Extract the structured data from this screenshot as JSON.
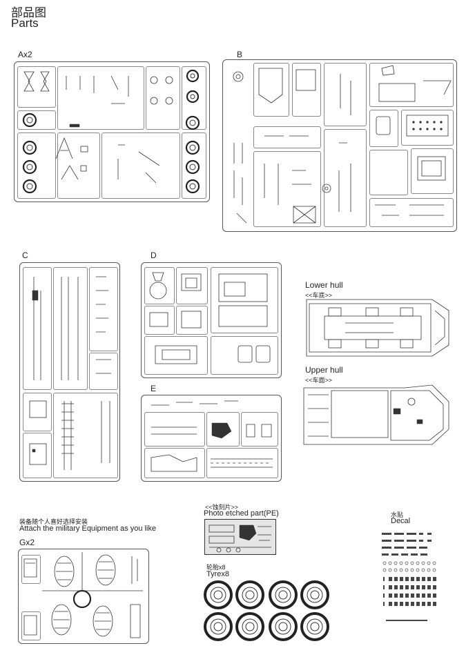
{
  "header": {
    "title_cn": "部品图",
    "title_en": "Parts"
  },
  "sprues": {
    "a": {
      "label": "Ax2"
    },
    "b": {
      "label": "B"
    },
    "c": {
      "label": "C"
    },
    "d": {
      "label": "D"
    },
    "e": {
      "label": "E"
    },
    "g": {
      "label": "Gx2"
    }
  },
  "lower_hull": {
    "label": "Lower hull",
    "cn": "<<车底>>"
  },
  "upper_hull": {
    "label": "Upper hull",
    "cn": "<<车面>>"
  },
  "equipment_note": {
    "cn": "装备随个人喜好选择安装",
    "en": "Attach the military Equipment as you like"
  },
  "photo_etched": {
    "cn": "<<蚀刻片>>",
    "en": "Photo etched part(PE)"
  },
  "tyres": {
    "cn": "轮胎x8",
    "en": "Tyrex8"
  },
  "decal": {
    "cn": "水贴",
    "en": "Decal"
  }
}
